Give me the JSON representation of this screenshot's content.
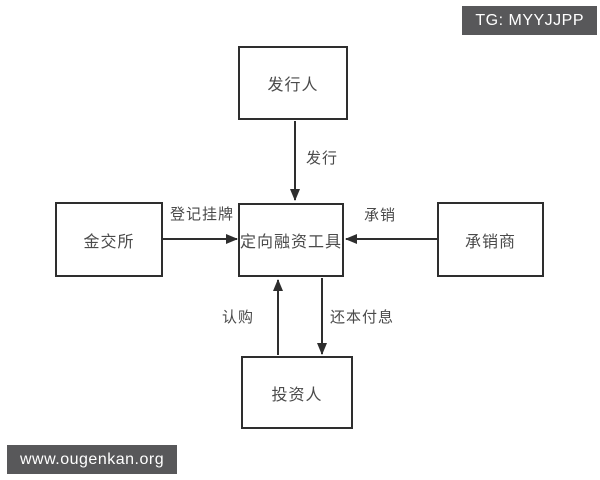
{
  "watermarks": {
    "top_right": {
      "text": "TG: MYYJJPP",
      "bg": "#58585a",
      "text_color": "#ffffff"
    },
    "bottom_left": {
      "text": "www.ougenkan.org",
      "bg": "#58585a",
      "text_color": "#ffffff"
    }
  },
  "diagram": {
    "line_color": "#2e2e2e",
    "box_text_color": "#4a4a4a",
    "background": "#ffffff",
    "nodes": {
      "issuer": {
        "label": "发行人"
      },
      "exchange": {
        "label": "金交所"
      },
      "instrument": {
        "label": "定向融资工具"
      },
      "underwriter": {
        "label": "承销商"
      },
      "investor": {
        "label": "投资人"
      }
    },
    "edges": {
      "issue": {
        "label": "发行",
        "from": "发行人",
        "to": "定向融资工具"
      },
      "listing": {
        "label": "登记挂牌",
        "from": "金交所",
        "to": "定向融资工具"
      },
      "underwrite": {
        "label": "承销",
        "from": "承销商",
        "to": "定向融资工具"
      },
      "subscribe": {
        "label": "认购",
        "from": "投资人",
        "to": "定向融资工具"
      },
      "repay": {
        "label": "还本付息",
        "from": "定向融资工具",
        "to": "投资人"
      }
    }
  }
}
